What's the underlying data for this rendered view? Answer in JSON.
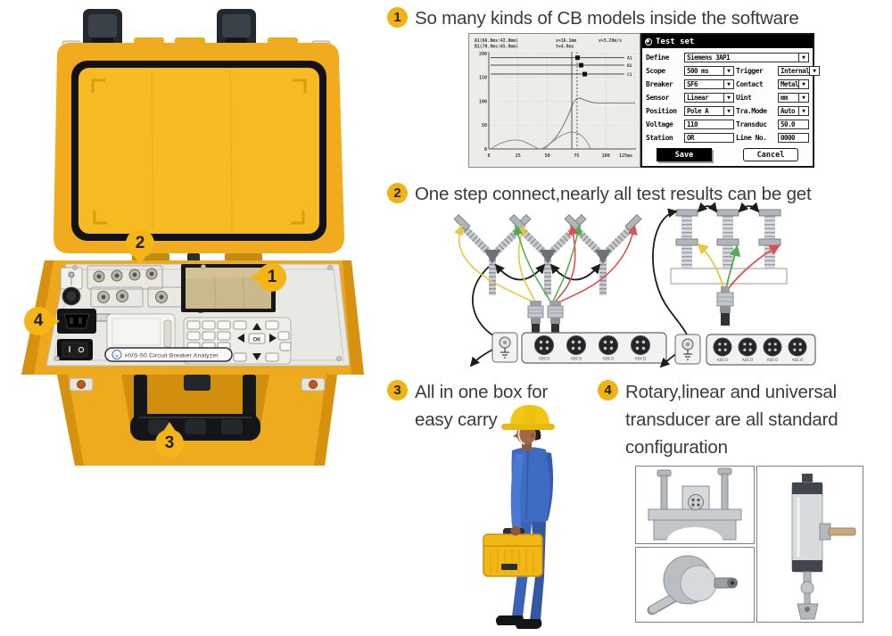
{
  "accent": {
    "badge_bg": "#f2b312",
    "badge_text": "#23232e",
    "title_color": "#3a3a42",
    "case_yellow": "#efab1e"
  },
  "features": [
    {
      "num": "1",
      "title": "So many kinds of CB models inside the software"
    },
    {
      "num": "2",
      "title": "One step connect,nearly all test results can be get"
    },
    {
      "num": "3",
      "line1": "All in one box for",
      "line2": "easy carry"
    },
    {
      "num": "4",
      "line1": "Rotary,linear and universal",
      "line2": "transducer are all standard",
      "line3": "configuration"
    }
  ],
  "device": {
    "label": "HVS-50  Circuit Breaker Analyzer",
    "keypad_ok": "OK",
    "callouts": [
      "1",
      "2",
      "3",
      "4"
    ]
  },
  "software": {
    "dialog": {
      "title": "Test set",
      "define_label": "Define",
      "define_value": "Siemens 3AP1",
      "rows": [
        {
          "l1": "Scope",
          "v1": "500 ms",
          "l2": "Trigger",
          "v2": "Internal"
        },
        {
          "l1": "Breaker",
          "v1": "SF6",
          "l2": "Contact",
          "v2": "Metal"
        },
        {
          "l1": "Sensor",
          "v1": "Linear",
          "l2": "Uint",
          "v2": "mm"
        },
        {
          "l1": "Position",
          "v1": "Pole A",
          "l2": "Tra.Mode",
          "v2": "Auto"
        }
      ],
      "input_rows": [
        {
          "l1": "Voltage",
          "v1": "110",
          "l2": "Transduc",
          "v2": "50.0"
        },
        {
          "l1": "Station",
          "v1": "OR",
          "l2": "Line No.",
          "v2": "0000"
        }
      ],
      "save_label": "Save",
      "cancel_label": "Cancel"
    }
  },
  "wiring": {
    "socket_label": "ABCO",
    "wire_colors": {
      "phase_a": "#e6c83c",
      "phase_b": "#4fae54",
      "phase_c": "#d9534f",
      "ground": "#1c1c1c"
    }
  },
  "chart_data": {
    "type": "line",
    "title": "",
    "xlabel": "ms",
    "ylabel": "",
    "x_range_ms": [
      0,
      125
    ],
    "y_range": [
      0,
      200
    ],
    "x_tick_labels": [
      "0",
      "25",
      "50",
      "75",
      "100",
      "125ms"
    ],
    "y_tick_labels": [
      "200",
      "150",
      "100",
      "50",
      "0"
    ],
    "grid": "dotted",
    "annotation_line1": {
      "a1": "A1(66.0ms:42.0mm)",
      "s": "s=16.1mm",
      "v": "v=3.29m/s"
    },
    "annotation_line2": {
      "b1": "B1(70.9ms:65.9mm)",
      "t": "t=4.9ms"
    },
    "trace_labels": [
      "A1",
      "B1",
      "C1"
    ],
    "series": [
      {
        "name": "A1 contact",
        "type": "step",
        "level": 193,
        "transition_ms": 70
      },
      {
        "name": "B1 contact",
        "type": "step",
        "level": 176,
        "transition_ms": 71
      },
      {
        "name": "C1 contact",
        "type": "step",
        "level": 157,
        "transition_ms": 73
      },
      {
        "name": "travel",
        "type": "curve",
        "x_ms": [
          0,
          45,
          55,
          65,
          75,
          81,
          90,
          125
        ],
        "y_mm": [
          0,
          0,
          15,
          55,
          90,
          103,
          95,
          95
        ]
      },
      {
        "name": "coil current 1",
        "type": "curve",
        "x_ms": [
          0,
          10,
          25,
          37,
          44
        ],
        "y": [
          0,
          10,
          12,
          6,
          0
        ]
      },
      {
        "name": "coil current 2",
        "type": "curve",
        "x_ms": [
          46,
          60,
          70,
          80
        ],
        "y": [
          0,
          18,
          20,
          0
        ]
      }
    ],
    "cursor_solid_ms": 71,
    "cursor_dashed_ms": 75
  }
}
